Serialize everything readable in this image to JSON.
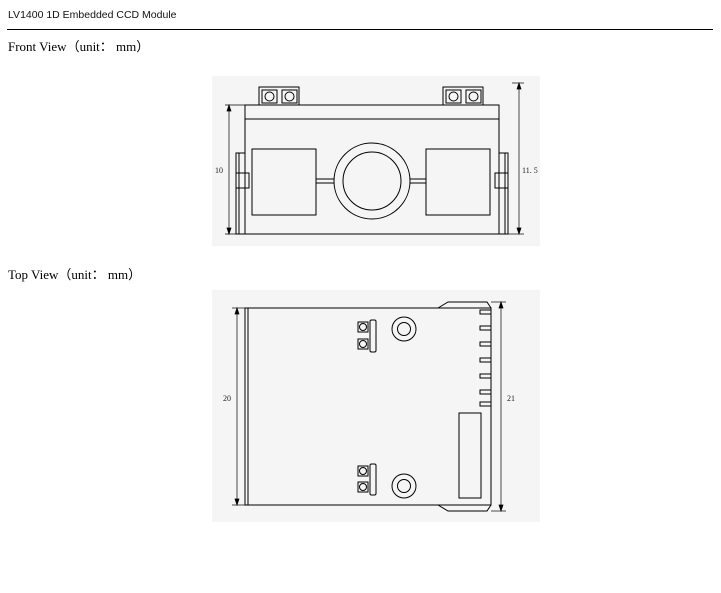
{
  "document": {
    "header": "LV1400 1D Embedded CCD Module"
  },
  "front_view": {
    "heading": "Front View（unit： mm）",
    "dimensions": {
      "left_height": "10",
      "right_height": "11. 5"
    }
  },
  "top_view": {
    "heading": "Top View（unit： mm）",
    "dimensions": {
      "left_height": "20",
      "right_height": "21"
    }
  },
  "colors": {
    "line": "#000000",
    "figure_background": "#f5f5f5"
  }
}
